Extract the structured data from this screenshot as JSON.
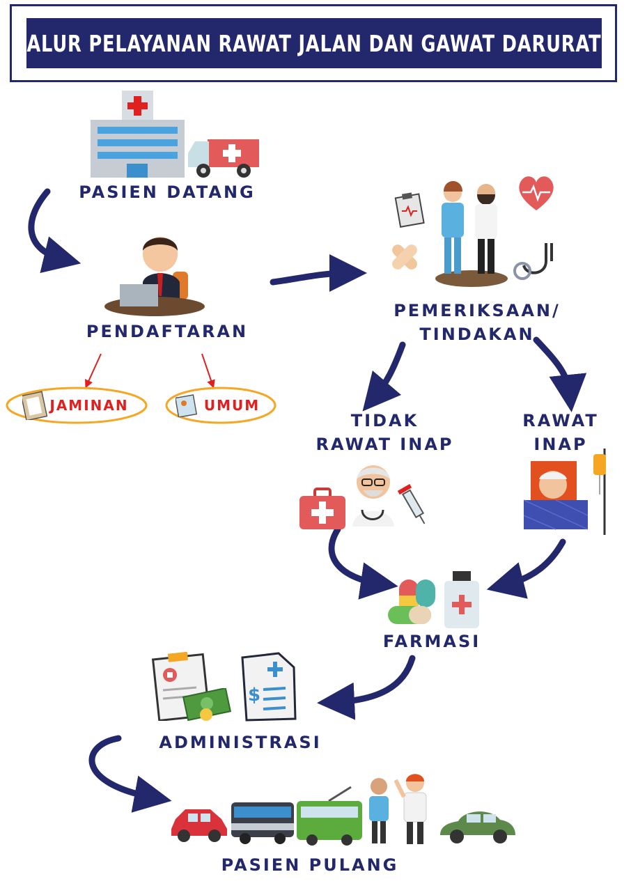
{
  "title": "ALUR PELAYANAN RAWAT JALAN DAN GAWAT DARURAT",
  "steps": {
    "pasien_datang": "PASIEN DATANG",
    "pendaftaran": "PENDAFTARAN",
    "jaminan": "JAMINAN",
    "umum": "UMUM",
    "pemeriksaan_1": "PEMERIKSAAN/",
    "pemeriksaan_2": "TINDAKAN",
    "tidak_rawat_1": "TIDAK",
    "tidak_rawat_2": "RAWAT INAP",
    "rawat_inap_1": "RAWAT",
    "rawat_inap_2": "INAP",
    "farmasi": "FARMASI",
    "administrasi": "ADMINISTRASI",
    "pasien_pulang": "PASIEN PULANG"
  },
  "colors": {
    "navy": "#22286b",
    "red": "#e0201f",
    "orange": "#f5a623"
  },
  "icons": [
    "hospital-icon",
    "ambulance-icon",
    "receptionist-icon",
    "clipboard-icon",
    "medical-card-icon",
    "doctor-patient-icon",
    "heart-rate-icon",
    "bandage-icon",
    "stethoscope-icon",
    "first-aid-kit-icon",
    "old-doctor-icon",
    "syringe-icon",
    "patient-bed-icon",
    "iv-drip-icon",
    "pills-icon",
    "medicine-bottle-icon",
    "prescription-icon",
    "money-icon",
    "invoice-icon",
    "car-icon",
    "bus-icon",
    "tram-icon",
    "person-icon",
    "doctor-icon",
    "green-car-icon"
  ]
}
